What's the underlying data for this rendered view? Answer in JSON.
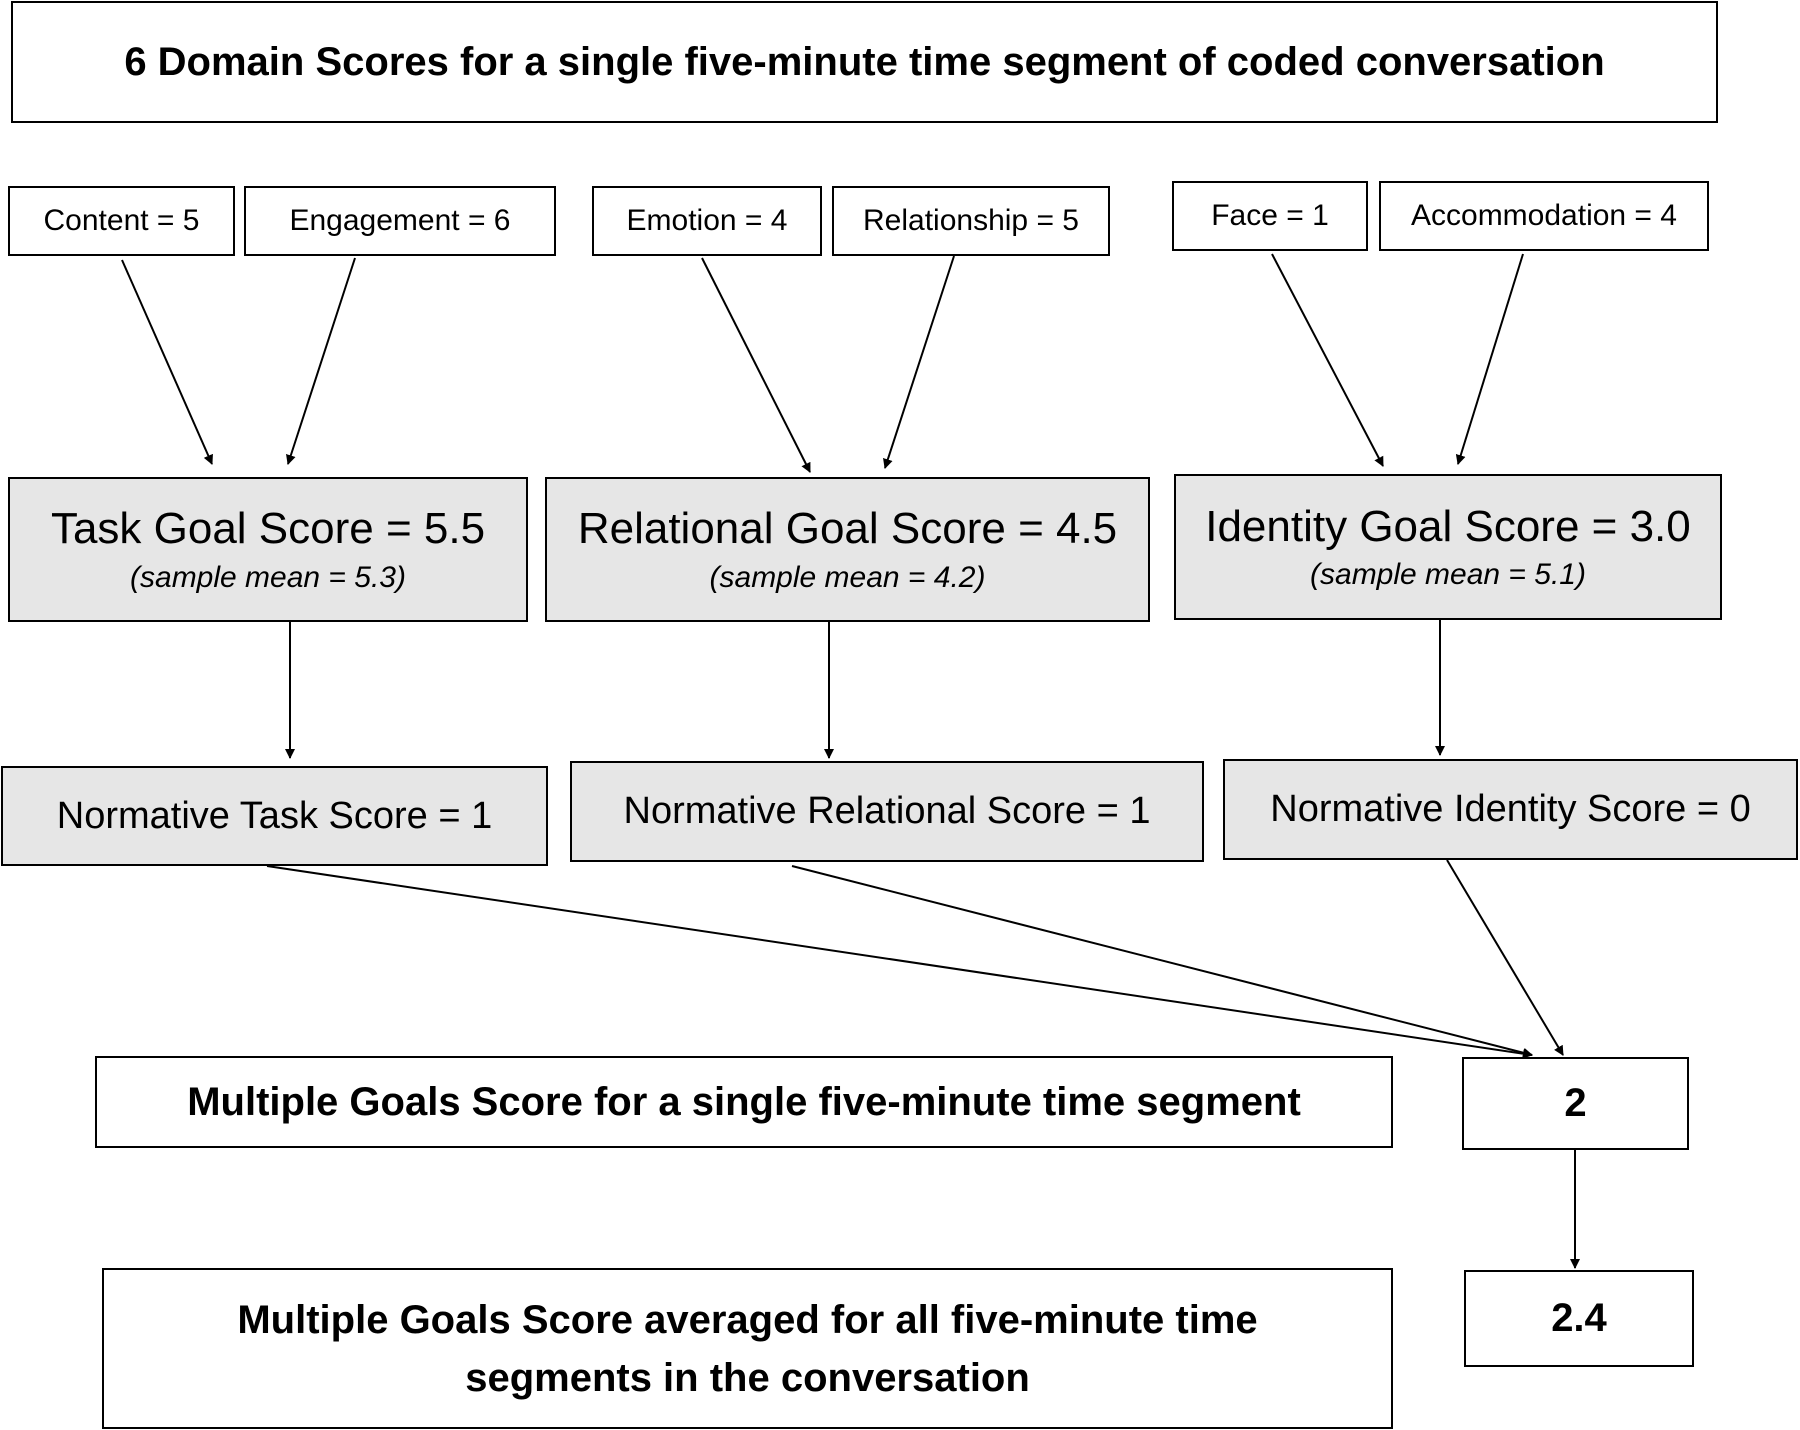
{
  "header": {
    "title": "6 Domain Scores for a single five-minute time segment of coded conversation"
  },
  "domains": {
    "content": "Content = 5",
    "engagement": "Engagement = 6",
    "emotion": "Emotion = 4",
    "relationship": "Relationship = 5",
    "face": "Face = 1",
    "accommodation": "Accommodation = 4"
  },
  "goals": {
    "task": {
      "title": "Task Goal Score = 5.5",
      "mean": "(sample mean = 5.3)"
    },
    "relational": {
      "title": "Relational Goal Score = 4.5",
      "mean": "(sample mean = 4.2)"
    },
    "identity": {
      "title": "Identity Goal Score = 3.0",
      "mean": "(sample mean = 5.1)"
    }
  },
  "normative": {
    "task": "Normative Task Score = 1",
    "relational": "Normative Relational Score = 1",
    "identity": "Normative Identity Score = 0"
  },
  "multiple_goals": {
    "segment_label": "Multiple Goals Score for a single five-minute time segment",
    "segment_value": "2",
    "average_label_line1": "Multiple Goals Score averaged for all five-minute time",
    "average_label_line2": "segments in the conversation",
    "average_value": "2.4"
  }
}
